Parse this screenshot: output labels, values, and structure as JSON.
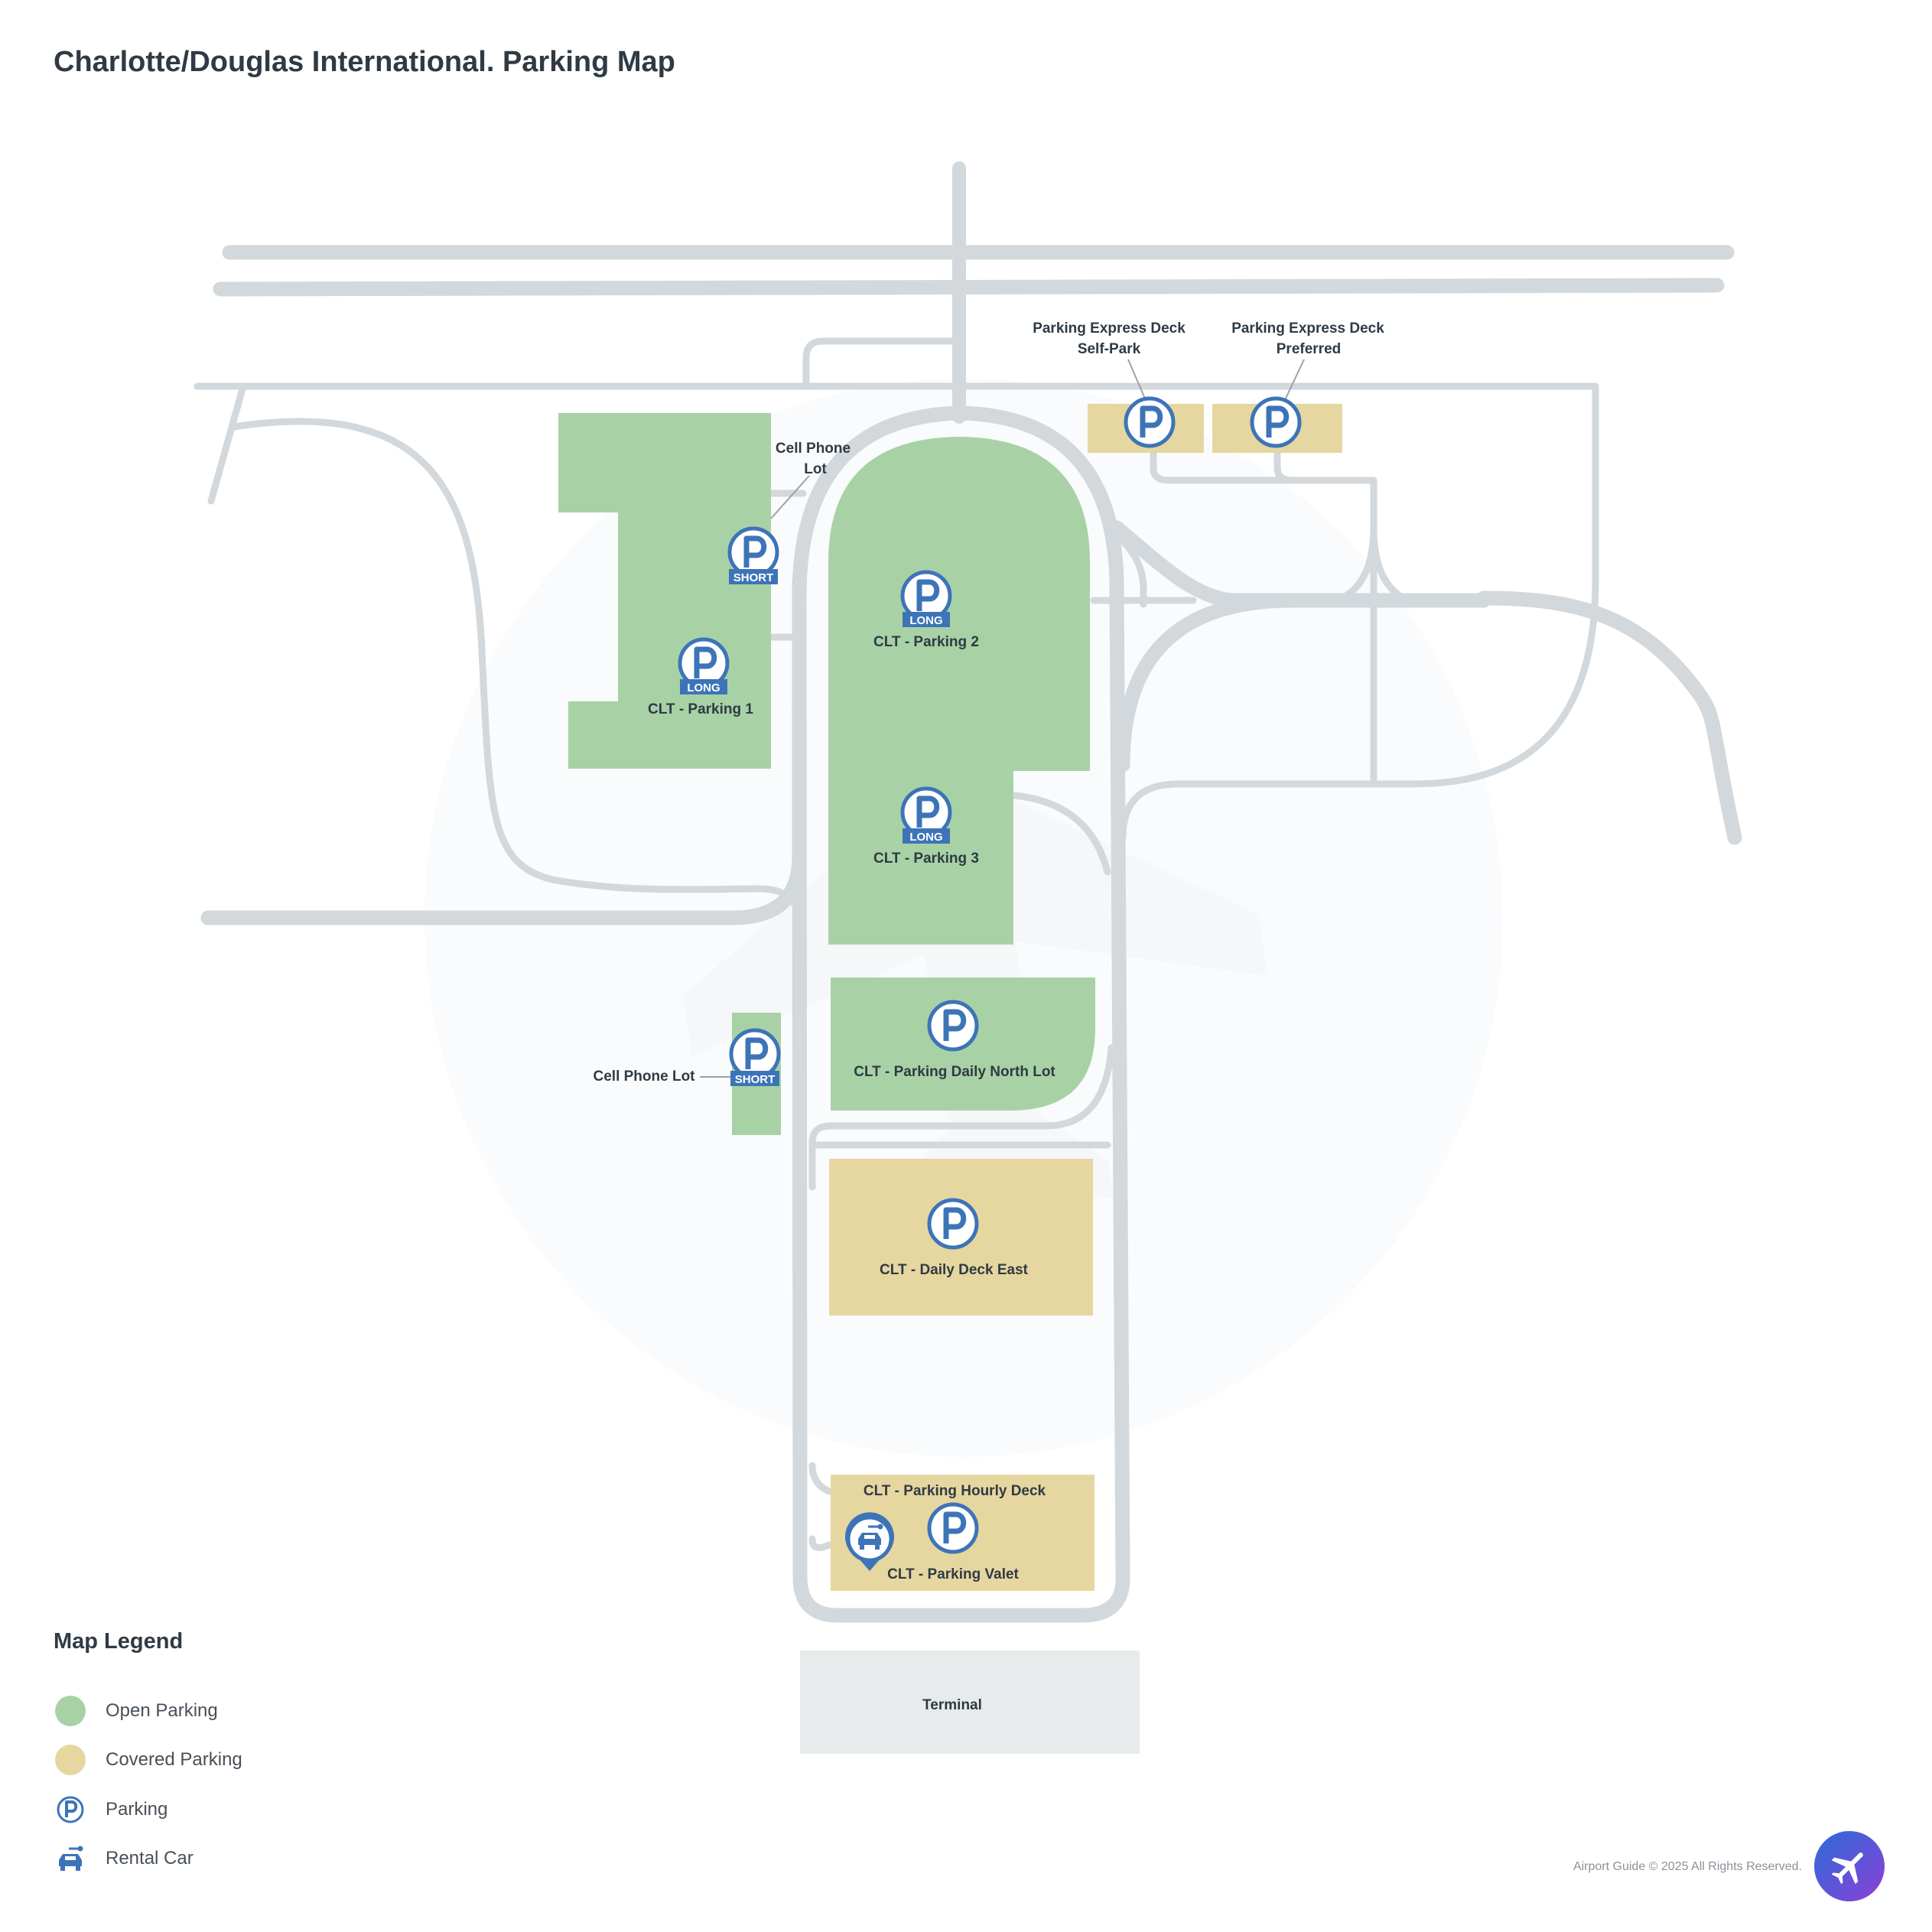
{
  "title": "Charlotte/Douglas International. Parking Map",
  "colors": {
    "open_parking": "#a8d2a6",
    "covered_parking": "#e6d6a0",
    "road": "#d2d8db",
    "parking_icon": "#3d74b8",
    "terminal": "#e8ebec"
  },
  "labels": {
    "express_self_line1": "Parking Express Deck",
    "express_self_line2": "Self-Park",
    "express_pref_line1": "Parking Express Deck",
    "express_pref_line2": "Preferred",
    "cell_phone_top_line1": "Cell Phone",
    "cell_phone_top_line2": "Lot",
    "parking1": "CLT - Parking  1",
    "parking2": "CLT - Parking  2",
    "parking3": "CLT - Parking  3",
    "daily_north": "CLT - Parking Daily North Lot",
    "cell_phone_left": "Cell Phone Lot",
    "daily_deck_east": "CLT - Daily Deck East",
    "hourly_deck": "CLT - Parking Hourly Deck",
    "valet": "CLT - Parking Valet",
    "terminal": "Terminal"
  },
  "badges": {
    "long": "LONG",
    "short": "SHORT"
  },
  "icons": {
    "parking": "parking-icon",
    "rental": "rental-car-icon",
    "brand": "airplane-icon"
  },
  "legend": {
    "title": "Map Legend",
    "items": [
      {
        "label": "Open Parking"
      },
      {
        "label": "Covered Parking"
      },
      {
        "label": "Parking"
      },
      {
        "label": "Rental Car"
      }
    ]
  },
  "copyright": "Airport Guide © 2025 All Rights Reserved."
}
